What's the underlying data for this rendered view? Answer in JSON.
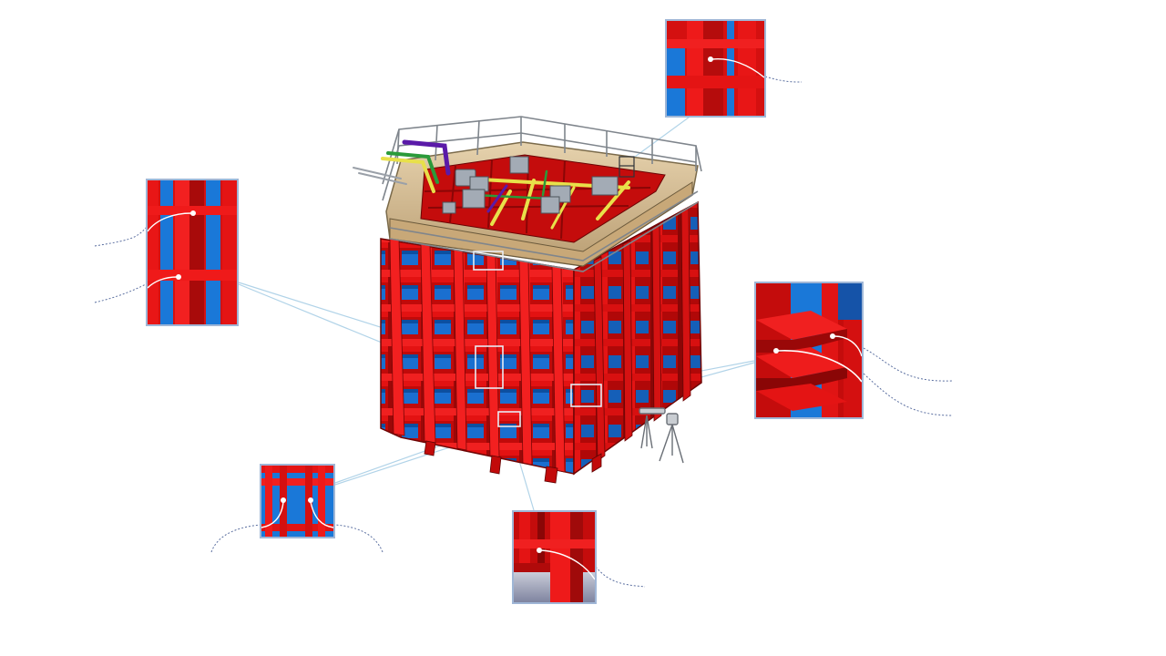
{
  "figure": {
    "subject": "structural-steel-module",
    "colors": {
      "steel": "#e01010",
      "steel_dark": "#a00c0c",
      "steel_shadow": "#7a0808",
      "glass": "#1a78d8",
      "deck": "#d8bf96",
      "railing": "#8a8f96",
      "pipe_yellow": "#e8e04a",
      "pipe_purple": "#5a1aa8",
      "pipe_green": "#2b9a3a",
      "equipment": "#9aa3ad",
      "callout_line": "#9fc7e0",
      "detail_frame": "#9fb6d6",
      "leader": "#5b6fa0"
    },
    "details": [
      {
        "id": "top-right",
        "callouts": 1
      },
      {
        "id": "left",
        "callouts": 2
      },
      {
        "id": "right",
        "callouts": 2
      },
      {
        "id": "bottom-left",
        "callouts": 2
      },
      {
        "id": "bottom-center",
        "callouts": 1
      }
    ]
  }
}
